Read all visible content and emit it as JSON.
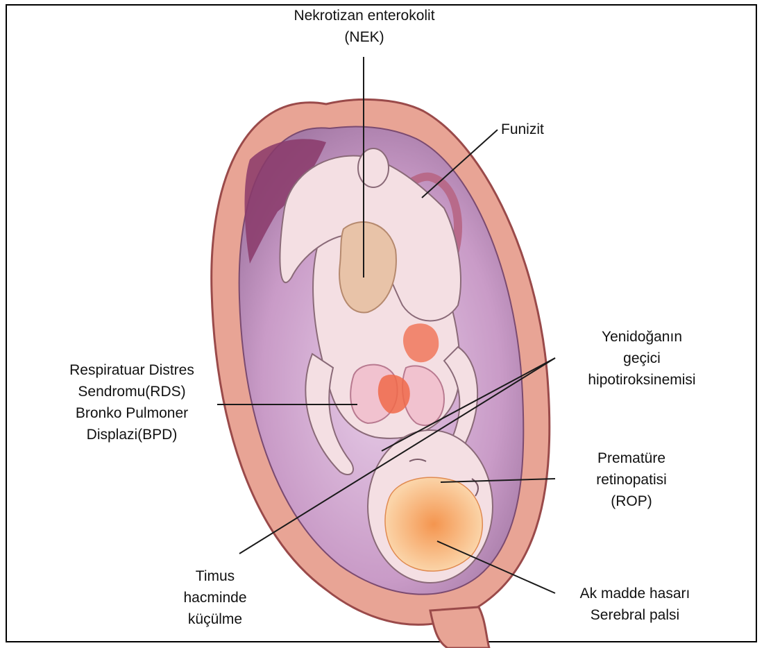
{
  "labels": {
    "nek": [
      "Nekrotizan enterokolit",
      "(NEK)"
    ],
    "funizit": [
      "Funizit"
    ],
    "rds": [
      "Respiratuar Distres",
      "Sendromu(RDS)",
      "Bronko Pulmoner",
      "Displazi(BPD)"
    ],
    "hipotiroksinemi": [
      "Yenidoğanın",
      "geçici",
      "hipotiroksinemisi"
    ],
    "rop": [
      "Prematüre",
      "retinopatisi",
      "(ROP)"
    ],
    "timus": [
      "Timus",
      "hacminde",
      "küçülme"
    ],
    "akmadde": [
      "Ak madde hasarı",
      "Serebral palsi"
    ]
  },
  "colors": {
    "uterus_wall": "#e8a495",
    "uterus_outline": "#9a4a4a",
    "amniotic": "#c99bc7",
    "placenta": "#8a3a6a",
    "fetus_skin": "#f4dfe3",
    "fetus_outline": "#8a6a78",
    "lung_red": "#f06a4a",
    "brain": "#f7b070",
    "cord": "#b86a8a",
    "leader_line": "#1a1a1a"
  }
}
